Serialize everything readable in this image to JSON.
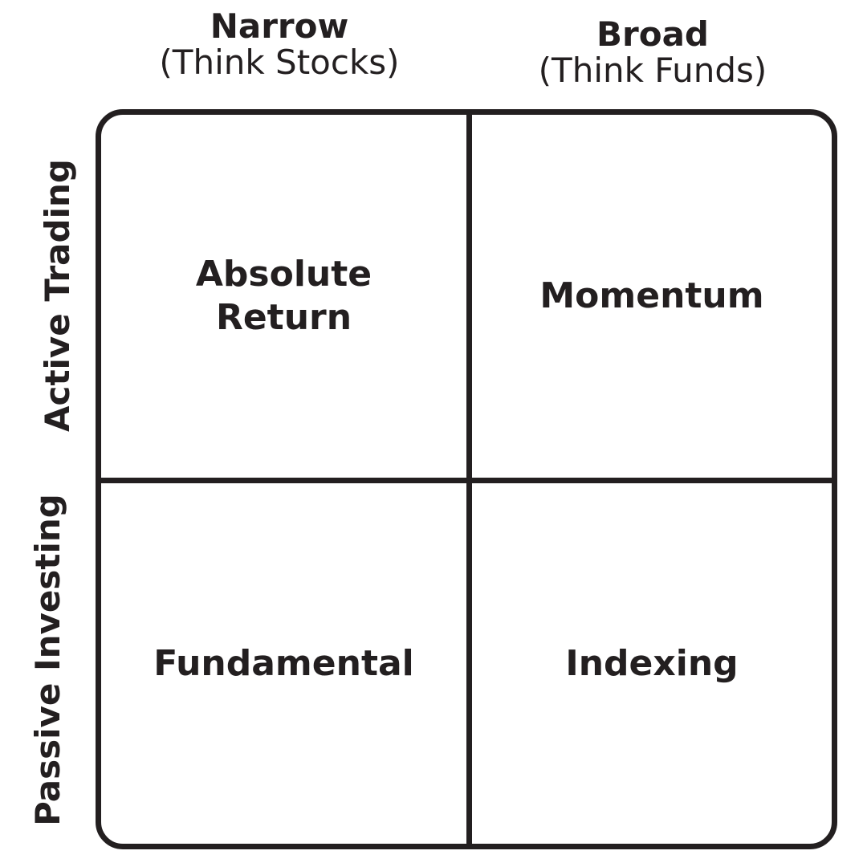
{
  "columns": [
    {
      "title": "Narrow",
      "subtitle": "(Think Stocks)"
    },
    {
      "title": "Broad",
      "subtitle": "(Think Funds)"
    }
  ],
  "rows": [
    {
      "label": "Active Trading"
    },
    {
      "label": "Passive Investing"
    }
  ],
  "cells": {
    "top_left": [
      "Absolute",
      "Return"
    ],
    "top_right": "Momentum",
    "bottom_left": "Fundamental",
    "bottom_right": "Indexing"
  },
  "colors": {
    "ink": "#231f20",
    "background": "#ffffff"
  }
}
